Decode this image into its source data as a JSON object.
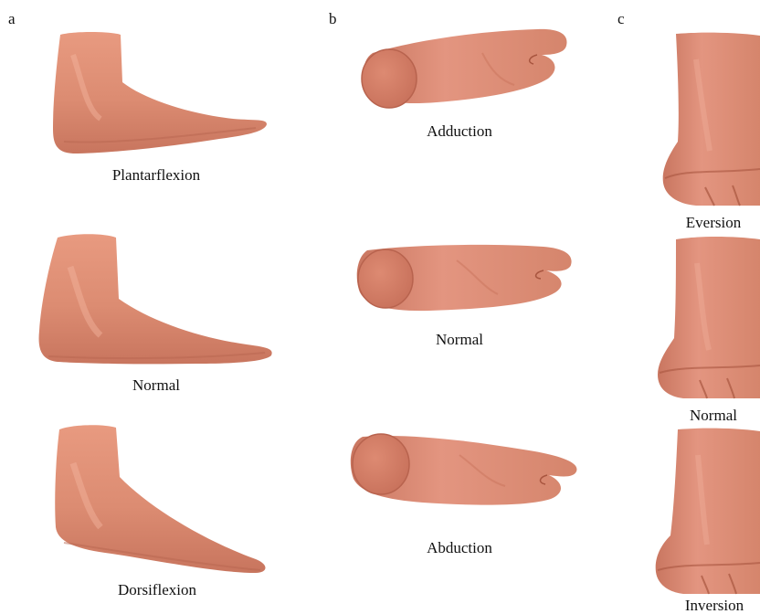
{
  "panels": [
    {
      "letter": "a",
      "captions": [
        "Plantarflexion",
        "Normal",
        "Dorsiflexion"
      ]
    },
    {
      "letter": "b",
      "captions": [
        "Adduction",
        "Normal",
        "Abduction"
      ]
    },
    {
      "letter": "c",
      "captions": [
        "Eversion",
        "Normal",
        "Inversion"
      ]
    }
  ],
  "colors": {
    "skin": "#d98a70",
    "skin_light": "#eeaa90",
    "skin_shadow": "#b8634e",
    "cut_surface": "#d27a62"
  }
}
